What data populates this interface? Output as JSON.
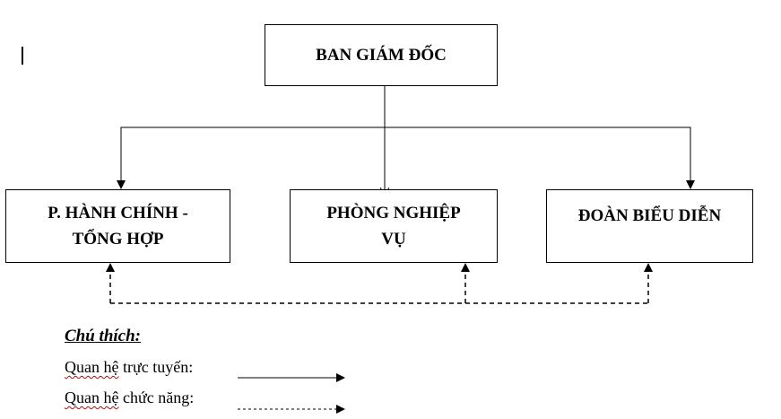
{
  "diagram": {
    "top_box": "BAN GIÁM ĐỐC",
    "left_box": [
      "P. HÀNH CHÍNH -",
      "TỔNG HỢP"
    ],
    "middle_box": [
      "PHÒNG NGHIỆP",
      "VỤ"
    ],
    "right_box": "ĐOÀN BIỂU DIỄN",
    "edges": [
      {
        "from": "top_box",
        "to": "left_box",
        "style": "solid"
      },
      {
        "from": "top_box",
        "to": "middle_box",
        "style": "solid"
      },
      {
        "from": "top_box",
        "to": "right_box",
        "style": "solid"
      },
      {
        "from": "left_box",
        "to": "middle_box",
        "style": "dashed"
      },
      {
        "from": "middle_box",
        "to": "right_box",
        "style": "dashed"
      }
    ]
  },
  "legend": {
    "title": "Chú thích:",
    "solid_prefix": "Quan hệ",
    "solid_suffix": "trực tuyến:",
    "dashed_prefix": "Quan hệ",
    "dashed_suffix": "chức năng:"
  }
}
